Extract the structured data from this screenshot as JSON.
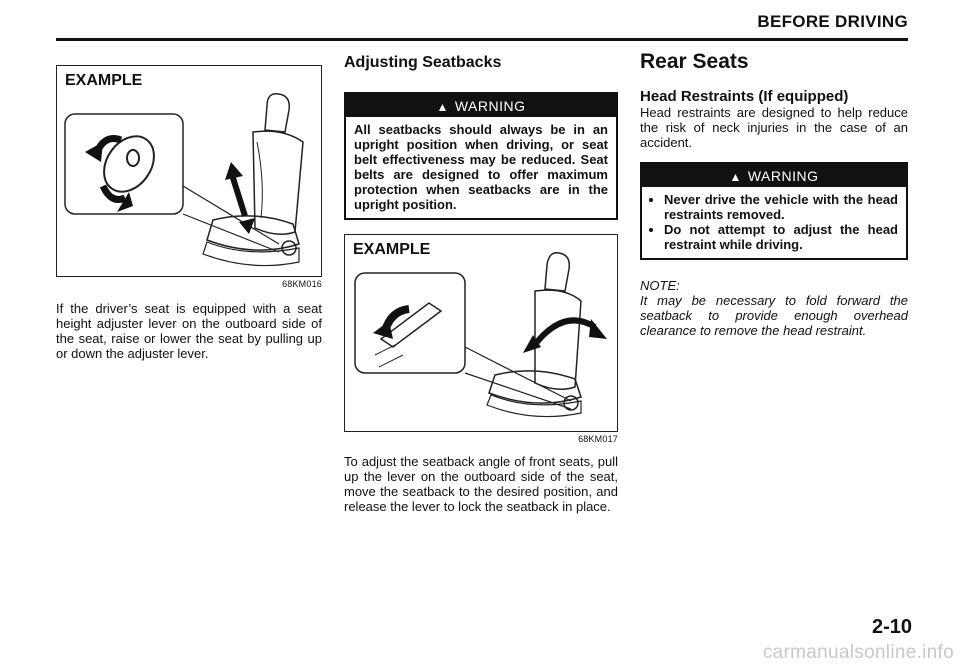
{
  "header": {
    "title": "BEFORE DRIVING"
  },
  "col1": {
    "figure_label": "EXAMPLE",
    "figure_code": "68KM016",
    "text": "If the driver’s seat is equipped with a seat height adjuster lever on the outboard side of the seat, raise or lower the seat by pulling up or down the adjuster lever."
  },
  "col2": {
    "title": "Adjusting Seatbacks",
    "warning_title": "WARNING",
    "warning_text": "All seatbacks should always be in an upright position when driving, or seat belt effectiveness may be reduced. Seat belts are designed to offer maximum protection when seatbacks are in the upright position.",
    "figure_label": "EXAMPLE",
    "figure_code": "68KM017",
    "text": "To adjust the seatback angle of front seats, pull up the lever on the outboard side of the seat, move the seatback to the desired position, and release the lever to lock the seatback in place."
  },
  "col3": {
    "title": "Rear Seats",
    "subtitle": "Head Restraints (If equipped)",
    "text": "Head restraints are designed to help reduce the risk of neck injuries in the case of an accident.",
    "warning_title": "WARNING",
    "warning_items": [
      "Never drive the vehicle with the head restraints removed.",
      "Do not attempt to adjust the head restraint while driving."
    ],
    "note_label": "NOTE:",
    "note_text": "It may be necessary to fold forward the seatback to provide enough overhead clearance to remove the head restraint."
  },
  "page_number": "2-10",
  "watermark": "carmanualsonline.info"
}
